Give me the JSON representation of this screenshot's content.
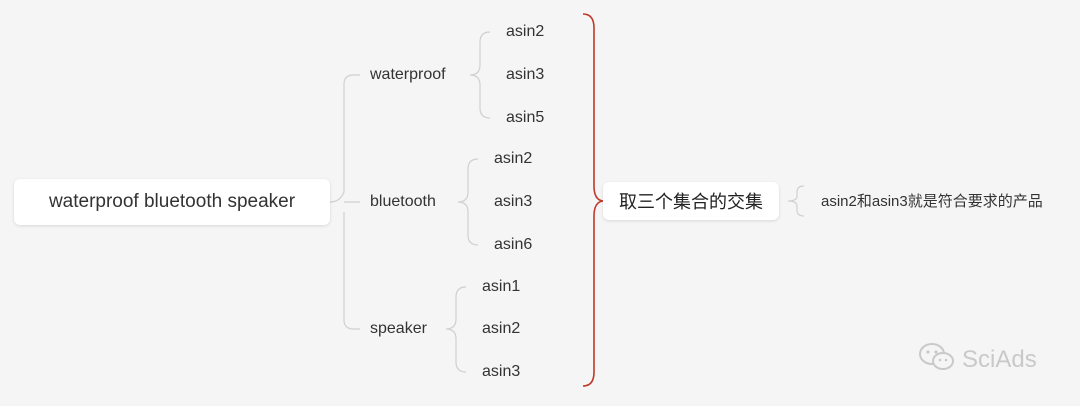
{
  "root": {
    "label": "waterproof bluetooth speaker"
  },
  "groups": [
    {
      "label": "waterproof",
      "items": [
        "asin2",
        "asin3",
        "asin5"
      ]
    },
    {
      "label": "bluetooth",
      "items": [
        "asin2",
        "asin3",
        "asin6"
      ]
    },
    {
      "label": "speaker",
      "items": [
        "asin1",
        "asin2",
        "asin3"
      ]
    }
  ],
  "summary": {
    "label": "取三个集合的交集"
  },
  "result": {
    "label": "asin2和asin3就是符合要求的产品"
  },
  "watermark": {
    "label": "SciAds",
    "icon": "wechat-icon"
  },
  "colors": {
    "summary_brace": "#c0392b",
    "branch_line": "#d0d0d0",
    "background": "#f5f5f5"
  }
}
